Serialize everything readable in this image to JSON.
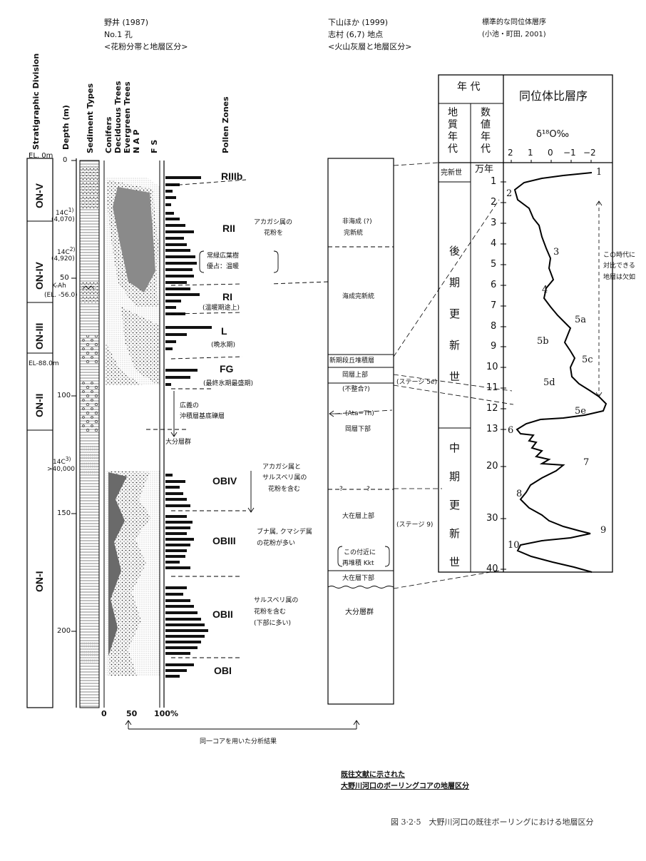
{
  "headers": {
    "noi_author": "野井 (1987)",
    "noi_site": "No.1 孔",
    "noi_subtitle": "<花粉分帯と地層区分>",
    "shimo_author": "下山ほか (1999)",
    "shimo_site": "志村 (6,7) 地点",
    "shimo_subtitle": "<火山灰層と地層区分>",
    "iso_title": "標準的な同位体層序",
    "iso_credit": "(小池・町田, 2001)"
  },
  "column_headers": {
    "stratigraphic_division": "Stratigraphic Division",
    "depth": "Depth (m)",
    "sediment_types": "Sediment Types",
    "conifers": "Conifers",
    "deciduous": "Deciduous Trees",
    "evergreen": "Evergreen Trees",
    "nap": "N A P",
    "fs": "F S",
    "pollen_zones": "Pollen Zones"
  },
  "elevations": {
    "el0": "EL. 0m",
    "el88": "EL-88.0m",
    "kah": "K-Ah",
    "kah_el": "(EL. -56.0)"
  },
  "divisions": [
    "ON-V",
    "ON-IV",
    "ON-III",
    "ON-II",
    "ON-I"
  ],
  "depth_ticks": [
    "0",
    "50",
    "100",
    "150",
    "200"
  ],
  "c14": [
    {
      "label": "14C",
      "sup": "1)",
      "value": "(4,070)"
    },
    {
      "label": "14C",
      "sup": "2)",
      "value": "(4,920)"
    },
    {
      "label": "14C",
      "sup": "3)",
      "value": ">40,000"
    }
  ],
  "percent_axis": [
    "0",
    "50",
    "100%"
  ],
  "pollen_zones": [
    "RIIIb",
    "RII",
    "RI",
    "L",
    "FG",
    "OBIV",
    "OBIII",
    "OBII",
    "OBI"
  ],
  "zone_notes": {
    "ri_note": "(温暖期途上)",
    "l_note": "(晩氷期)",
    "fg_note": "(最終氷期最盛期)",
    "rii_note1": "アカガシ属の",
    "rii_note2": "花粉を",
    "evergreen1": "常緑広葉樹",
    "evergreen2": "優占：温暖",
    "gravel1": "広義の",
    "gravel2": "沖積層基底礫層",
    "oita": "大分層群",
    "obiv1": "アカガシ属と",
    "obiv2": "サルスベリ属の",
    "obiv3": "花粉を含む",
    "obiii1": "ブナ属, クマシデ属",
    "obiii2": "の花粉が多い",
    "obii1": "サルスベリ属の",
    "obii2": "花粉を含む",
    "obii3": "(下部に多い)"
  },
  "core_units": {
    "u1": "非海成 (?)",
    "u1b": "完新統",
    "u2": "海成完新統",
    "u3": "新期段丘堆積層",
    "u4": "岡層上部",
    "u5": "(不整合?)",
    "u6": "(Ata−Th)",
    "u7": "岡層下部",
    "q": "?",
    "u8": "大在層上部",
    "kkt1": "この付近に",
    "kkt2": "再堆積 Kkt",
    "u9": "大在層下部",
    "u10": "大分層群",
    "stage5e": "(ステージ 5e)",
    "stage9": "(ステージ 9)"
  },
  "iso_table": {
    "age_header": "年 代",
    "geo_age": "地質年代",
    "num_age": "数値年代",
    "curve_title": "同位体比層序",
    "delta_label": "δ¹⁸O‰",
    "delta_ticks": [
      "2",
      "1",
      "0",
      "−1",
      "−2"
    ],
    "holocene": "完新世",
    "man_nen": "万年",
    "late_pleist": "後期更新世",
    "mid_pleist": "中期更新世",
    "age_ticks": [
      "1",
      "2",
      "3",
      "4",
      "5",
      "6",
      "7",
      "8",
      "9",
      "10",
      "11",
      "12",
      "13",
      "20",
      "30",
      "40"
    ],
    "stages": [
      "1",
      "2",
      "3",
      "4",
      "5a",
      "5b",
      "5c",
      "5d",
      "5e",
      "6",
      "7",
      "8",
      "9",
      "10"
    ],
    "missing1": "この時代に",
    "missing2": "対比できる",
    "missing3": "地層は欠如"
  },
  "footer": {
    "same_core": "同一コアを用いた分析結果",
    "note1": "既往文献に示された",
    "note2": "大野川河口のボーリングコアの地層区分",
    "caption": "図 3·2·5　大野川河口の既往ボーリングにおける地層区分"
  }
}
